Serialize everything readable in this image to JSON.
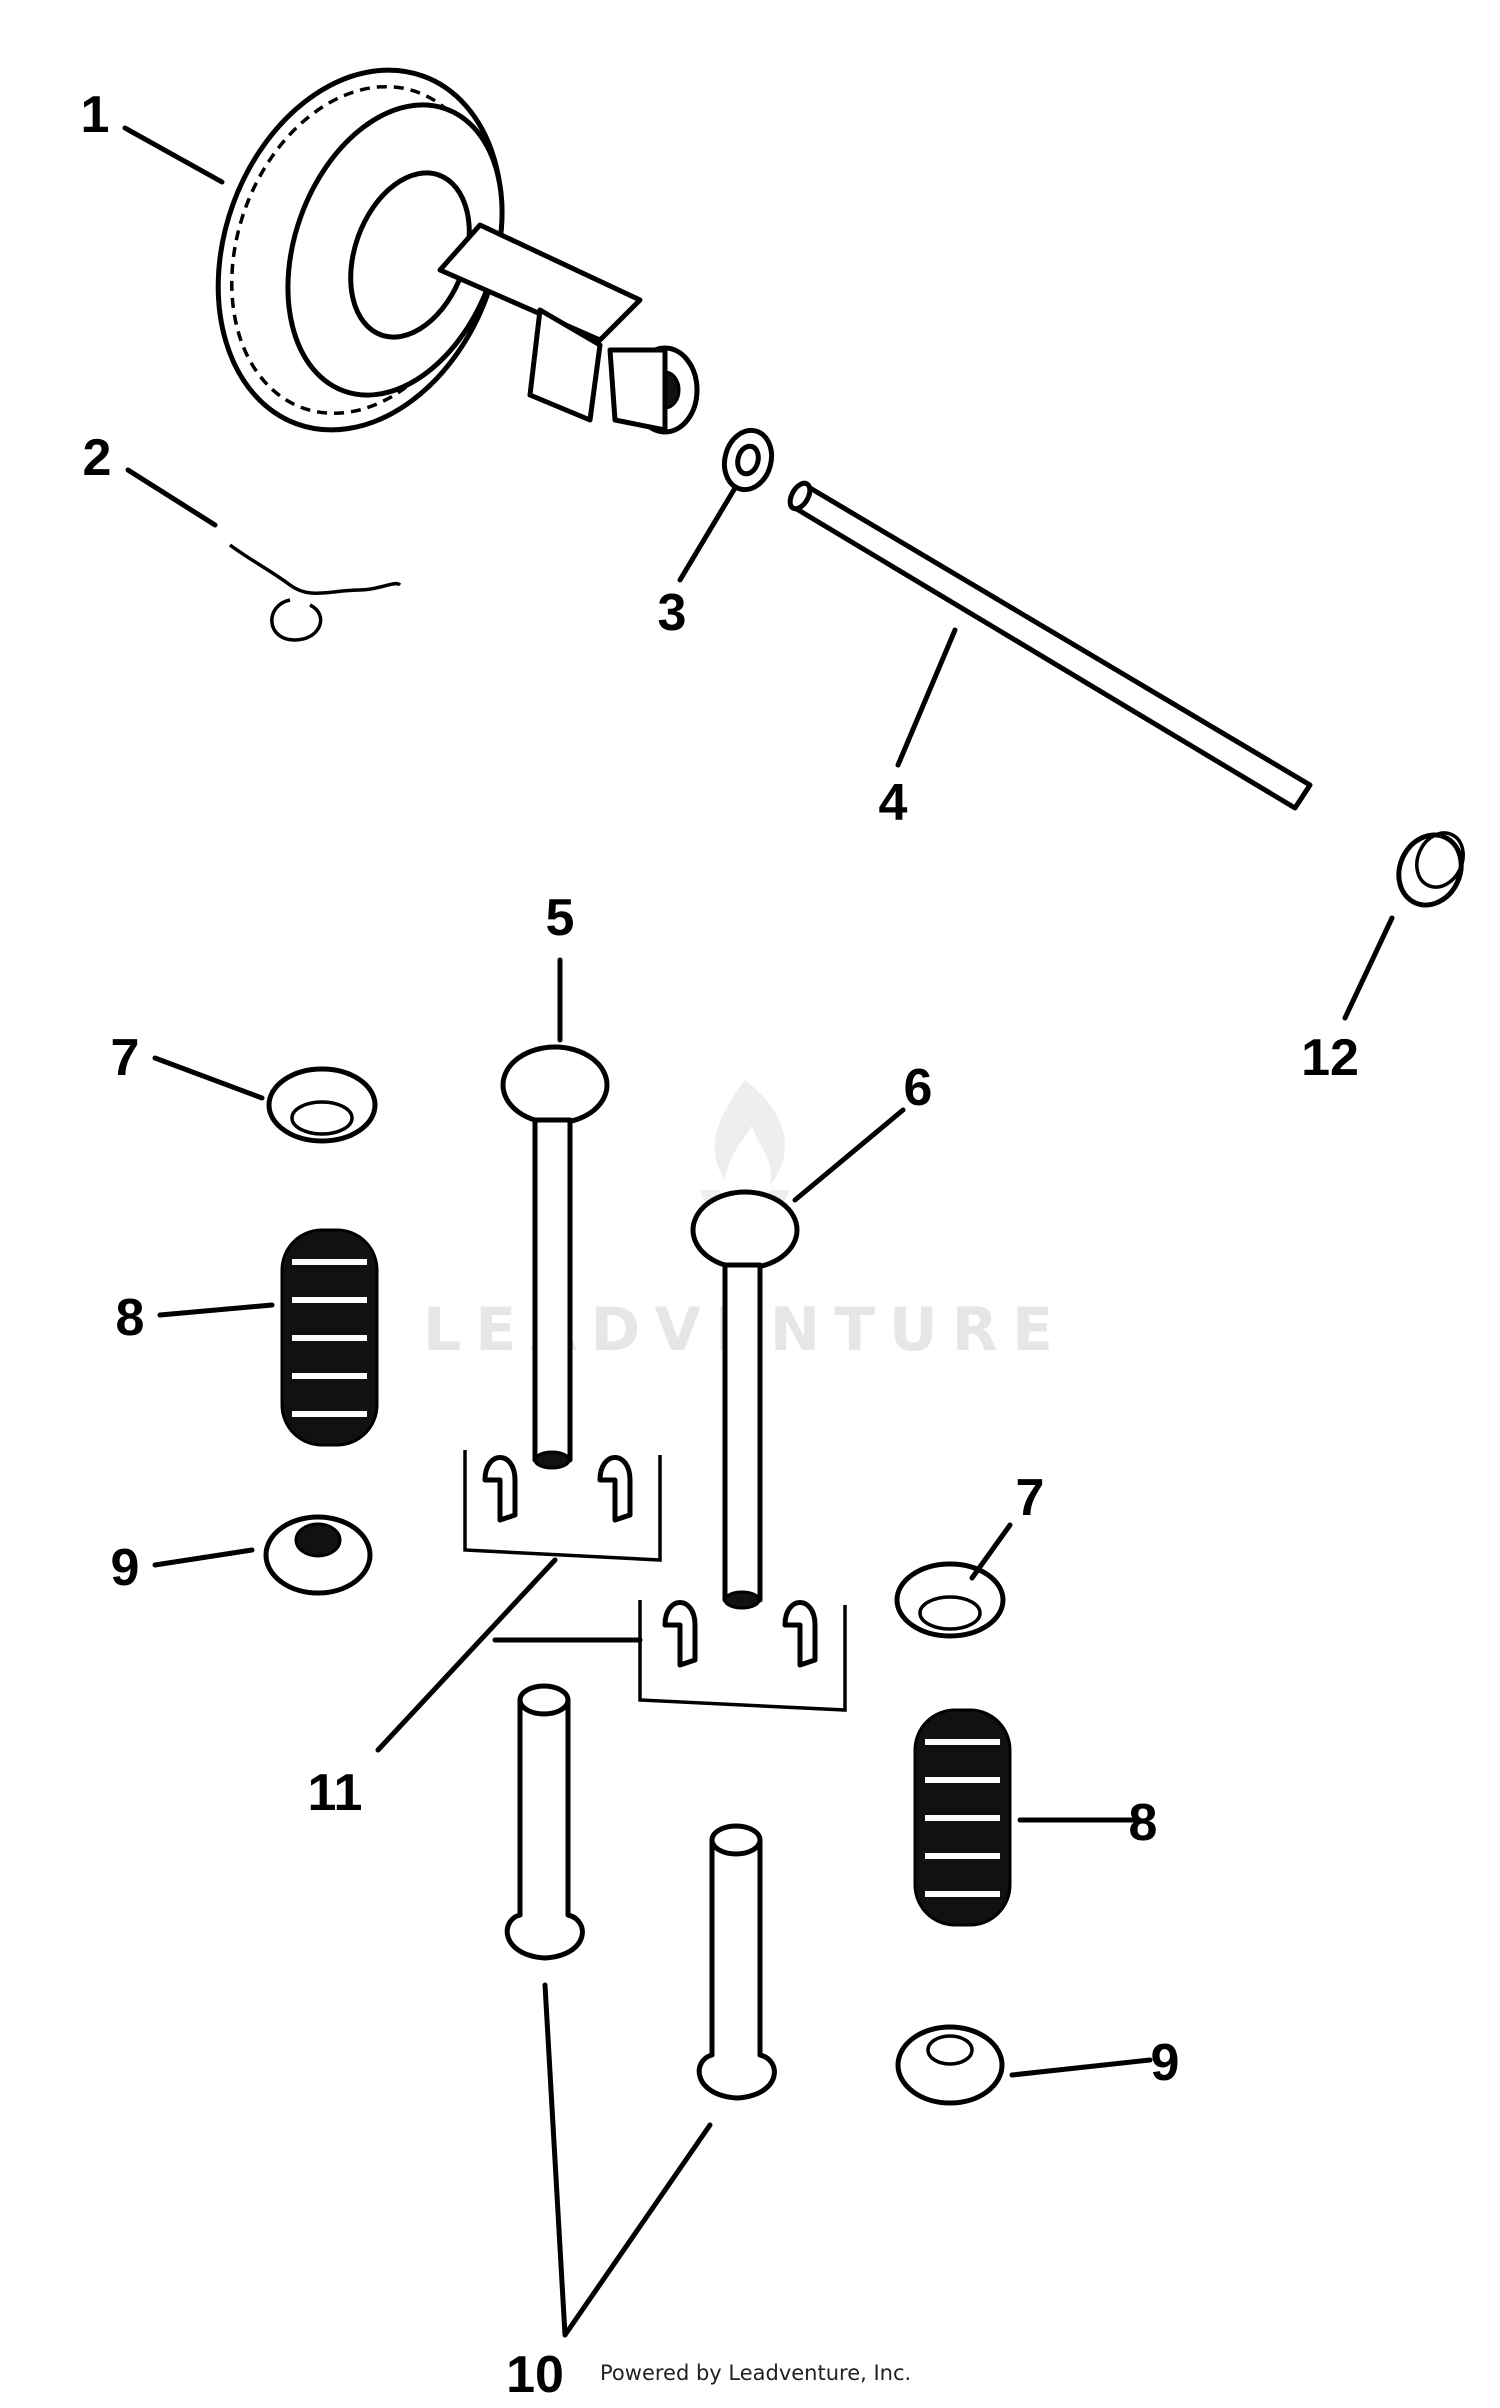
{
  "callouts": {
    "c1": "1",
    "c2": "2",
    "c3": "3",
    "c4": "4",
    "c5": "5",
    "c6": "6",
    "c7a": "7",
    "c7b": "7",
    "c8a": "8",
    "c8b": "8",
    "c9a": "9",
    "c9b": "9",
    "c10": "10",
    "c11": "11",
    "c12": "12"
  },
  "watermark": {
    "text": "LEADVENTURE"
  },
  "footer": {
    "text": "Powered by Leadventure, Inc."
  }
}
